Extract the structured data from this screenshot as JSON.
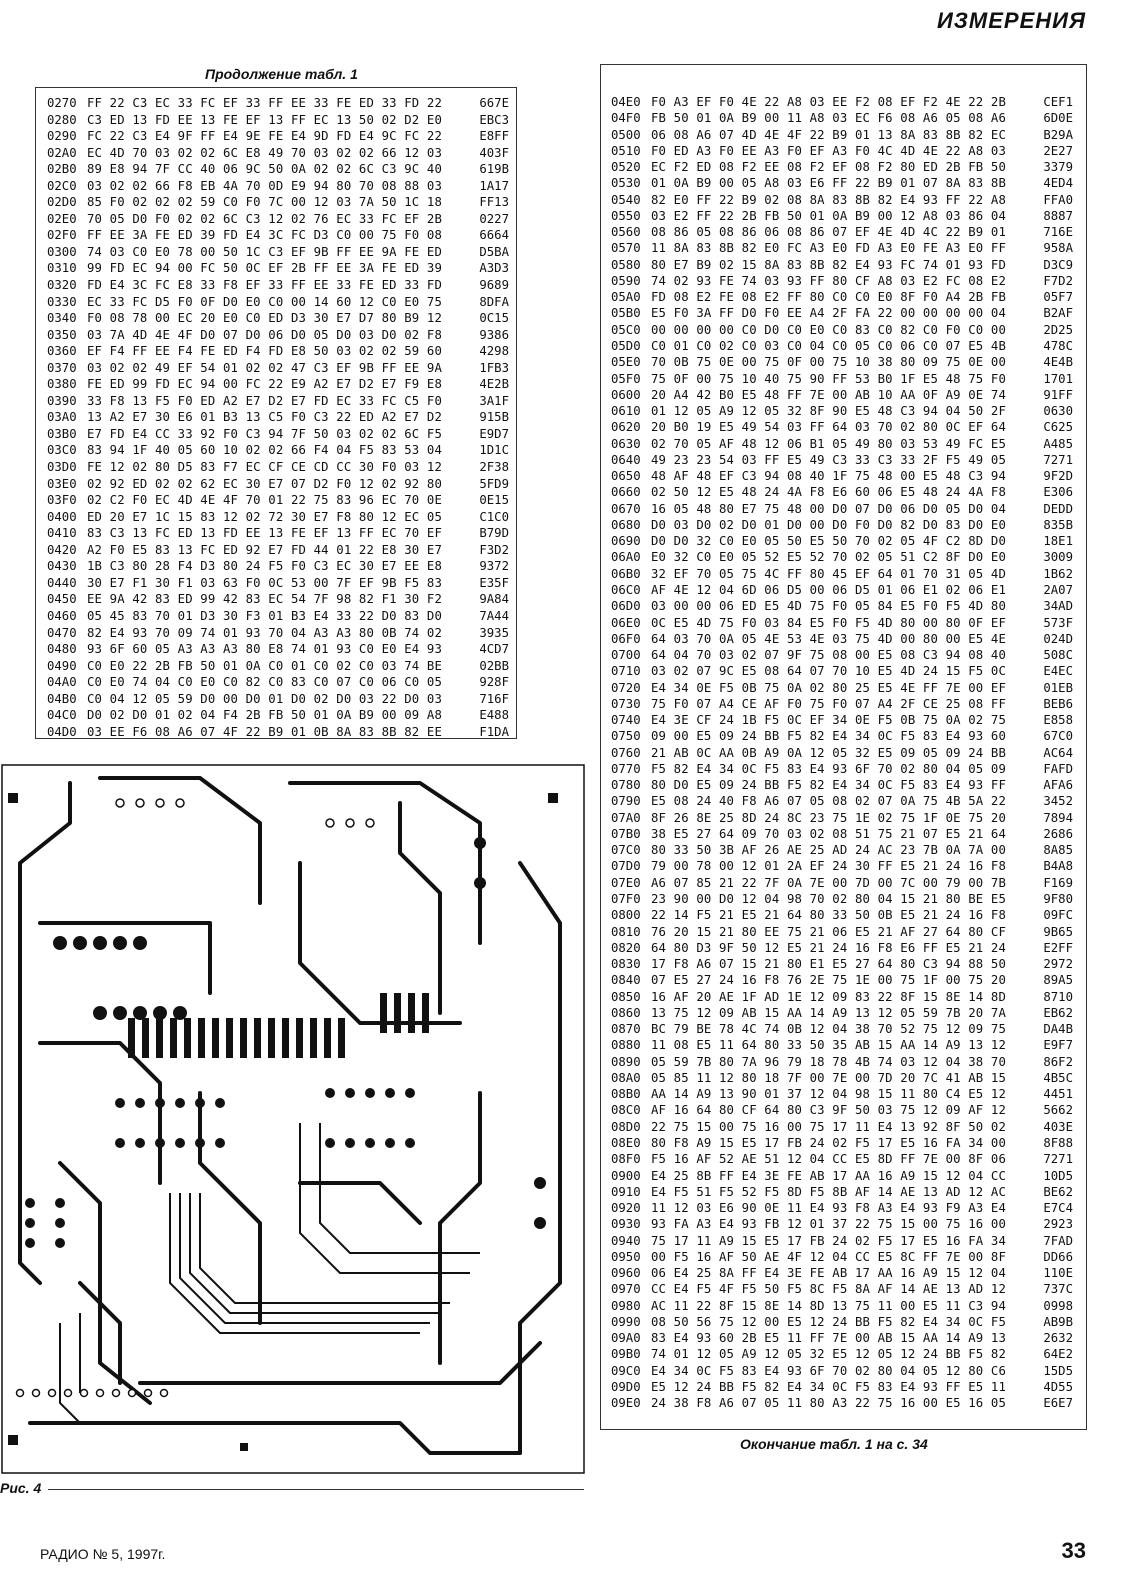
{
  "header": {
    "section": "ИЗМЕРЕНИЯ"
  },
  "left_table": {
    "caption": "Продолжение табл. 1",
    "rows": [
      [
        "0270",
        "FF 22 C3 EC 33 FC EF 33 FF EE 33 FE ED 33 FD 22",
        "667E"
      ],
      [
        "0280",
        "C3 ED 13 FD EE 13 FE EF 13 FF EC 13 50 02 D2 E0",
        "EBC3"
      ],
      [
        "0290",
        "FC 22 C3 E4 9F FF E4 9E FE E4 9D FD E4 9C FC 22",
        "E8FF"
      ],
      [
        "02A0",
        "EC 4D 70 03 02 02 6C E8 49 70 03 02 02 66 12 03",
        "403F"
      ],
      [
        "02B0",
        "89 E8 94 7F CC 40 06 9C 50 0A 02 02 6C C3 9C 40",
        "619B"
      ],
      [
        "02C0",
        "03 02 02 66 F8 EB 4A 70 0D E9 94 80 70 08 88 03",
        "1A17"
      ],
      [
        "02D0",
        "85 F0 02 02 02 59 C0 F0 7C 00 12 03 7A 50 1C 18",
        "FF13"
      ],
      [
        "02E0",
        "70 05 D0 F0 02 02 6C C3 12 02 76 EC 33 FC EF 2B",
        "0227"
      ],
      [
        "02F0",
        "FF EE 3A FE ED 39 FD E4 3C FC D3 C0 00 75 F0 08",
        "6664"
      ],
      [
        "0300",
        "74 03 C0 E0 78 00 50 1C C3 EF 9B FF EE 9A FE ED",
        "D5BA"
      ],
      [
        "0310",
        "99 FD EC 94 00 FC 50 0C EF 2B FF EE 3A FE ED 39",
        "A3D3"
      ],
      [
        "0320",
        "FD E4 3C FC E8 33 F8 EF 33 FF EE 33 FE ED 33 FD",
        "9689"
      ],
      [
        "0330",
        "EC 33 FC D5 F0 0F D0 E0 C0 00 14 60 12 C0 E0 75",
        "8DFA"
      ],
      [
        "0340",
        "F0 08 78 00 EC 20 E0 C0 ED D3 30 E7 D7 80 B9 12",
        "0C15"
      ],
      [
        "0350",
        "03 7A 4D 4E 4F D0 07 D0 06 D0 05 D0 03 D0 02 F8",
        "9386"
      ],
      [
        "0360",
        "EF F4 FF EE F4 FE ED F4 FD E8 50 03 02 02 59 60",
        "4298"
      ],
      [
        "0370",
        "03 02 02 49 EF 54 01 02 02 47 C3 EF 9B FF EE 9A",
        "1FB3"
      ],
      [
        "0380",
        "FE ED 99 FD EC 94 00 FC 22 E9 A2 E7 D2 E7 F9 E8",
        "4E2B"
      ],
      [
        "0390",
        "33 F8 13 F5 F0 ED A2 E7 D2 E7 FD EC 33 FC C5 F0",
        "3A1F"
      ],
      [
        "03A0",
        "13 A2 E7 30 E6 01 B3 13 C5 F0 C3 22 ED A2 E7 D2",
        "915B"
      ],
      [
        "03B0",
        "E7 FD E4 CC 33 92 F0 C3 94 7F 50 03 02 02 6C F5",
        "E9D7"
      ],
      [
        "03C0",
        "83 94 1F 40 05 60 10 02 02 66 F4 04 F5 83 53 04",
        "1D1C"
      ],
      [
        "03D0",
        "FE 12 02 80 D5 83 F7 EC CF CE CD CC 30 F0 03 12",
        "2F38"
      ],
      [
        "03E0",
        "02 92 ED 02 02 62 EC 30 E7 07 D2 F0 12 02 92 80",
        "5FD9"
      ],
      [
        "03F0",
        "02 C2 F0 EC 4D 4E 4F 70 01 22 75 83 96 EC 70 0E",
        "0E15"
      ],
      [
        "0400",
        "ED 20 E7 1C 15 83 12 02 72 30 E7 F8 80 12 EC 05",
        "C1C0"
      ],
      [
        "0410",
        "83 C3 13 FC ED 13 FD EE 13 FE EF 13 FF EC 70 EF",
        "B79D"
      ],
      [
        "0420",
        "A2 F0 E5 83 13 FC ED 92 E7 FD 44 01 22 E8 30 E7",
        "F3D2"
      ],
      [
        "0430",
        "1B C3 80 28 F4 D3 80 24 F5 F0 C3 EC 30 E7 EE E8",
        "9372"
      ],
      [
        "0440",
        "30 E7 F1 30 F1 03 63 F0 0C 53 00 7F EF 9B F5 83",
        "E35F"
      ],
      [
        "0450",
        "EE 9A 42 83 ED 99 42 83 EC 54 7F 98 82 F1 30 F2",
        "9A84"
      ],
      [
        "0460",
        "05 45 83 70 01 D3 30 F3 01 B3 E4 33 22 D0 83 D0",
        "7A44"
      ],
      [
        "0470",
        "82 E4 93 70 09 74 01 93 70 04 A3 A3 80 0B 74 02",
        "3935"
      ],
      [
        "0480",
        "93 6F 60 05 A3 A3 A3 80 E8 74 01 93 C0 E0 E4 93",
        "4CD7"
      ],
      [
        "0490",
        "C0 E0 22 2B FB 50 01 0A C0 01 C0 02 C0 03 74 BE",
        "02BB"
      ],
      [
        "04A0",
        "C0 E0 74 04 C0 E0 C0 82 C0 83 C0 07 C0 06 C0 05",
        "928F"
      ],
      [
        "04B0",
        "C0 04 12 05 59 D0 00 D0 01 D0 02 D0 03 22 D0 03",
        "716F"
      ],
      [
        "04C0",
        "D0 02 D0 01 02 04 F4 2B FB 50 01 0A B9 00 09 A8",
        "E488"
      ],
      [
        "04D0",
        "03 EE F6 08 A6 07 4F 22 B9 01 0B 8A 83 8B 82 EE",
        "F1DA"
      ]
    ]
  },
  "right_table": {
    "caption": "Окончание табл. 1 на с. 34",
    "rows": [
      [
        "04E0",
        "F0 A3 EF F0 4E 22 A8 03 EE F2 08 EF F2 4E 22 2B",
        "CEF1"
      ],
      [
        "04F0",
        "FB 50 01 0A B9 00 11 A8 03 EC F6 08 A6 05 08 A6",
        "6D0E"
      ],
      [
        "0500",
        "06 08 A6 07 4D 4E 4F 22 B9 01 13 8A 83 8B 82 EC",
        "B29A"
      ],
      [
        "0510",
        "F0 ED A3 F0 EE A3 F0 EF A3 F0 4C 4D 4E 22 A8 03",
        "2E27"
      ],
      [
        "0520",
        "EC F2 ED 08 F2 EE 08 F2 EF 08 F2 80 ED 2B FB 50",
        "3379"
      ],
      [
        "0530",
        "01 0A B9 00 05 A8 03 E6 FF 22 B9 01 07 8A 83 8B",
        "4ED4"
      ],
      [
        "0540",
        "82 E0 FF 22 B9 02 08 8A 83 8B 82 E4 93 FF 22 A8",
        "FFA0"
      ],
      [
        "0550",
        "03 E2 FF 22 2B FB 50 01 0A B9 00 12 A8 03 86 04",
        "8887"
      ],
      [
        "0560",
        "08 86 05 08 86 06 08 86 07 EF 4E 4D 4C 22 B9 01",
        "716E"
      ],
      [
        "0570",
        "11 8A 83 8B 82 E0 FC A3 E0 FD A3 E0 FE A3 E0 FF",
        "958A"
      ],
      [
        "0580",
        "80 E7 B9 02 15 8A 83 8B 82 E4 93 FC 74 01 93 FD",
        "D3C9"
      ],
      [
        "0590",
        "74 02 93 FE 74 03 93 FF 80 CF A8 03 E2 FC 08 E2",
        "F7D2"
      ],
      [
        "05A0",
        "FD 08 E2 FE 08 E2 FF 80 C0 C0 E0 8F F0 A4 2B FB",
        "05F7"
      ],
      [
        "05B0",
        "E5 F0 3A FF D0 F0 EE A4 2F FA 22 00 00 00 00 04",
        "B2AF"
      ],
      [
        "05C0",
        "00 00 00 00 C0 D0 C0 E0 C0 83 C0 82 C0 F0 C0 00",
        "2D25"
      ],
      [
        "05D0",
        "C0 01 C0 02 C0 03 C0 04 C0 05 C0 06 C0 07 E5 4B",
        "478C"
      ],
      [
        "05E0",
        "70 0B 75 0E 00 75 0F 00 75 10 38 80 09 75 0E 00",
        "4E4B"
      ],
      [
        "05F0",
        "75 0F 00 75 10 40 75 90 FF 53 B0 1F E5 48 75 F0",
        "1701"
      ],
      [
        "0600",
        "20 A4 42 B0 E5 48 FF 7E 00 AB 10 AA 0F A9 0E 74",
        "91FF"
      ],
      [
        "0610",
        "01 12 05 A9 12 05 32 8F 90 E5 48 C3 94 04 50 2F",
        "0630"
      ],
      [
        "0620",
        "20 B0 19 E5 49 54 03 FF 64 03 70 02 80 0C EF 64",
        "C625"
      ],
      [
        "0630",
        "02 70 05 AF 48 12 06 B1 05 49 80 03 53 49 FC E5",
        "A485"
      ],
      [
        "0640",
        "49 23 23 54 03 FF E5 49 C3 33 C3 33 2F F5 49 05",
        "7271"
      ],
      [
        "0650",
        "48 AF 48 EF C3 94 08 40 1F 75 48 00 E5 48 C3 94",
        "9F2D"
      ],
      [
        "0660",
        "02 50 12 E5 48 24 4A F8 E6 60 06 E5 48 24 4A F8",
        "E306"
      ],
      [
        "0670",
        "16 05 48 80 E7 75 48 00 D0 07 D0 06 D0 05 D0 04",
        "DEDD"
      ],
      [
        "0680",
        "D0 03 D0 02 D0 01 D0 00 D0 F0 D0 82 D0 83 D0 E0",
        "835B"
      ],
      [
        "0690",
        "D0 D0 32 C0 E0 05 50 E5 50 70 02 05 4F C2 8D D0",
        "18E1"
      ],
      [
        "06A0",
        "E0 32 C0 E0 05 52 E5 52 70 02 05 51 C2 8F D0 E0",
        "3009"
      ],
      [
        "06B0",
        "32 EF 70 05 75 4C FF 80 45 EF 64 01 70 31 05 4D",
        "1B62"
      ],
      [
        "06C0",
        "AF 4E 12 04 6D 06 D5 00 06 D5 01 06 E1 02 06 E1",
        "2A07"
      ],
      [
        "06D0",
        "03 00 00 06 ED E5 4D 75 F0 05 84 E5 F0 F5 4D 80",
        "34AD"
      ],
      [
        "06E0",
        "0C E5 4D 75 F0 03 84 E5 F0 F5 4D 80 00 80 0F EF",
        "573F"
      ],
      [
        "06F0",
        "64 03 70 0A 05 4E 53 4E 03 75 4D 00 80 00 E5 4E",
        "024D"
      ],
      [
        "0700",
        "64 04 70 03 02 07 9F 75 08 00 E5 08 C3 94 08 40",
        "508C"
      ],
      [
        "0710",
        "03 02 07 9C E5 08 64 07 70 10 E5 4D 24 15 F5 0C",
        "E4EC"
      ],
      [
        "0720",
        "E4 34 0E F5 0B 75 0A 02 80 25 E5 4E FF 7E 00 EF",
        "01EB"
      ],
      [
        "0730",
        "75 F0 07 A4 CE AF F0 75 F0 07 A4 2F CE 25 08 FF",
        "BEB6"
      ],
      [
        "0740",
        "E4 3E CF 24 1B F5 0C EF 34 0E F5 0B 75 0A 02 75",
        "E858"
      ],
      [
        "0750",
        "09 00 E5 09 24 BB F5 82 E4 34 0C F5 83 E4 93 60",
        "67C0"
      ],
      [
        "0760",
        "21 AB 0C AA 0B A9 0A 12 05 32 E5 09 05 09 24 BB",
        "AC64"
      ],
      [
        "0770",
        "F5 82 E4 34 0C F5 83 E4 93 6F 70 02 80 04 05 09",
        "FAFD"
      ],
      [
        "0780",
        "80 D0 E5 09 24 BB F5 82 E4 34 0C F5 83 E4 93 FF",
        "AFA6"
      ],
      [
        "0790",
        "E5 08 24 40 F8 A6 07 05 08 02 07 0A 75 4B 5A 22",
        "3452"
      ],
      [
        "07A0",
        "8F 26 8E 25 8D 24 8C 23 75 1E 02 75 1F 0E 75 20",
        "7894"
      ],
      [
        "07B0",
        "38 E5 27 64 09 70 03 02 08 51 75 21 07 E5 21 64",
        "2686"
      ],
      [
        "07C0",
        "80 33 50 3B AF 26 AE 25 AD 24 AC 23 7B 0A 7A 00",
        "8A85"
      ],
      [
        "07D0",
        "79 00 78 00 12 01 2A EF 24 30 FF E5 21 24 16 F8",
        "B4A8"
      ],
      [
        "07E0",
        "A6 07 85 21 22 7F 0A 7E 00 7D 00 7C 00 79 00 7B",
        "F169"
      ],
      [
        "07F0",
        "23 90 00 D0 12 04 98 70 02 80 04 15 21 80 BE E5",
        "9F80"
      ],
      [
        "0800",
        "22 14 F5 21 E5 21 64 80 33 50 0B E5 21 24 16 F8",
        "09FC"
      ],
      [
        "0810",
        "76 20 15 21 80 EE 75 21 06 E5 21 AF 27 64 80 CF",
        "9B65"
      ],
      [
        "0820",
        "64 80 D3 9F 50 12 E5 21 24 16 F8 E6 FF E5 21 24",
        "E2FF"
      ],
      [
        "0830",
        "17 F8 A6 07 15 21 80 E1 E5 27 64 80 C3 94 88 50",
        "2972"
      ],
      [
        "0840",
        "07 E5 27 24 16 F8 76 2E 75 1E 00 75 1F 00 75 20",
        "89A5"
      ],
      [
        "0850",
        "16 AF 20 AE 1F AD 1E 12 09 83 22 8F 15 8E 14 8D",
        "8710"
      ],
      [
        "0860",
        "13 75 12 09 AB 15 AA 14 A9 13 12 05 59 7B 20 7A",
        "EB62"
      ],
      [
        "0870",
        "BC 79 BE 78 4C 74 0B 12 04 38 70 52 75 12 09 75",
        "DA4B"
      ],
      [
        "0880",
        "11 08 E5 11 64 80 33 50 35 AB 15 AA 14 A9 13 12",
        "E9F7"
      ],
      [
        "0890",
        "05 59 7B 80 7A 96 79 18 78 4B 74 03 12 04 38 70",
        "86F2"
      ],
      [
        "08A0",
        "05 85 11 12 80 18 7F 00 7E 00 7D 20 7C 41 AB 15",
        "4B5C"
      ],
      [
        "08B0",
        "AA 14 A9 13 90 01 37 12 04 98 15 11 80 C4 E5 12",
        "4451"
      ],
      [
        "08C0",
        "AF 16 64 80 CF 64 80 C3 9F 50 03 75 12 09 AF 12",
        "5662"
      ],
      [
        "08D0",
        "22 75 15 00 75 16 00 75 17 11 E4 13 92 8F 50 02",
        "403E"
      ],
      [
        "08E0",
        "80 F8 A9 15 E5 17 FB 24 02 F5 17 E5 16 FA 34 00",
        "8F88"
      ],
      [
        "08F0",
        "F5 16 AF 52 AE 51 12 04 CC E5 8D FF 7E 00 8F 06",
        "7271"
      ],
      [
        "0900",
        "E4 25 8B FF E4 3E FE AB 17 AA 16 A9 15 12 04 CC",
        "10D5"
      ],
      [
        "0910",
        "E4 F5 51 F5 52 F5 8D F5 8B AF 14 AE 13 AD 12 AC",
        "BE62"
      ],
      [
        "0920",
        "11 12 03 E6 90 0E 11 E4 93 F8 A3 E4 93 F9 A3 E4",
        "E7C4"
      ],
      [
        "0930",
        "93 FA A3 E4 93 FB 12 01 37 22 75 15 00 75 16 00",
        "2923"
      ],
      [
        "0940",
        "75 17 11 A9 15 E5 17 FB 24 02 F5 17 E5 16 FA 34",
        "7FAD"
      ],
      [
        "0950",
        "00 F5 16 AF 50 AE 4F 12 04 CC E5 8C FF 7E 00 8F",
        "DD66"
      ],
      [
        "0960",
        "06 E4 25 8A FF E4 3E FE AB 17 AA 16 A9 15 12 04",
        "110E"
      ],
      [
        "0970",
        "CC E4 F5 4F F5 50 F5 8C F5 8A AF 14 AE 13 AD 12",
        "737C"
      ],
      [
        "0980",
        "AC 11 22 8F 15 8E 14 8D 13 75 11 00 E5 11 C3 94",
        "0998"
      ],
      [
        "0990",
        "08 50 56 75 12 00 E5 12 24 BB F5 82 E4 34 0C F5",
        "AB9B"
      ],
      [
        "09A0",
        "83 E4 93 60 2B E5 11 FF 7E 00 AB 15 AA 14 A9 13",
        "2632"
      ],
      [
        "09B0",
        "74 01 12 05 A9 12 05 32 E5 12 05 12 24 BB F5 82",
        "64E2"
      ],
      [
        "09C0",
        "E4 34 0C F5 83 E4 93 6F 70 02 80 04 05 12 80 C6",
        "15D5"
      ],
      [
        "09D0",
        "E5 12 24 BB F5 82 E4 34 0C F5 83 E4 93 FF E5 11",
        "4D55"
      ],
      [
        "09E0",
        "24 38 F8 A6 07 05 11 80 A3 22 75 16 00 E5 16 05",
        "E6E7"
      ]
    ]
  },
  "figure": {
    "label": "Рис. 4"
  },
  "footer": {
    "journal": "РАДИО № 5, 1997г.",
    "page_number": "33"
  }
}
